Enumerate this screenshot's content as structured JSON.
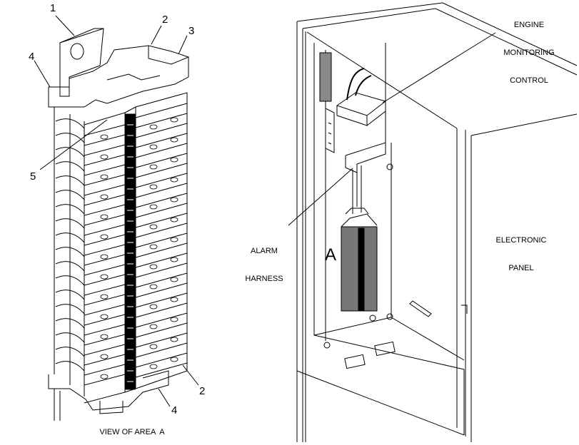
{
  "callouts": {
    "c1": "1",
    "c2_top": "2",
    "c3": "3",
    "c4_top": "4",
    "c5": "5",
    "c2_bottom": "2",
    "c4_bottom": "4"
  },
  "caption": "VIEW OF AREA  A",
  "labels": {
    "engine_monitoring_control_line1": "ENGINE",
    "engine_monitoring_control_line2": "MONITORING",
    "engine_monitoring_control_line3": "CONTROL",
    "electronic_panel_line1": "ELECTRONIC",
    "electronic_panel_line2": "PANEL",
    "alarm_harness_line1": "ALARM",
    "alarm_harness_line2": "HARNESS",
    "area_marker": "A"
  },
  "colors": {
    "ink": "#000000",
    "paper": "#ffffff"
  }
}
